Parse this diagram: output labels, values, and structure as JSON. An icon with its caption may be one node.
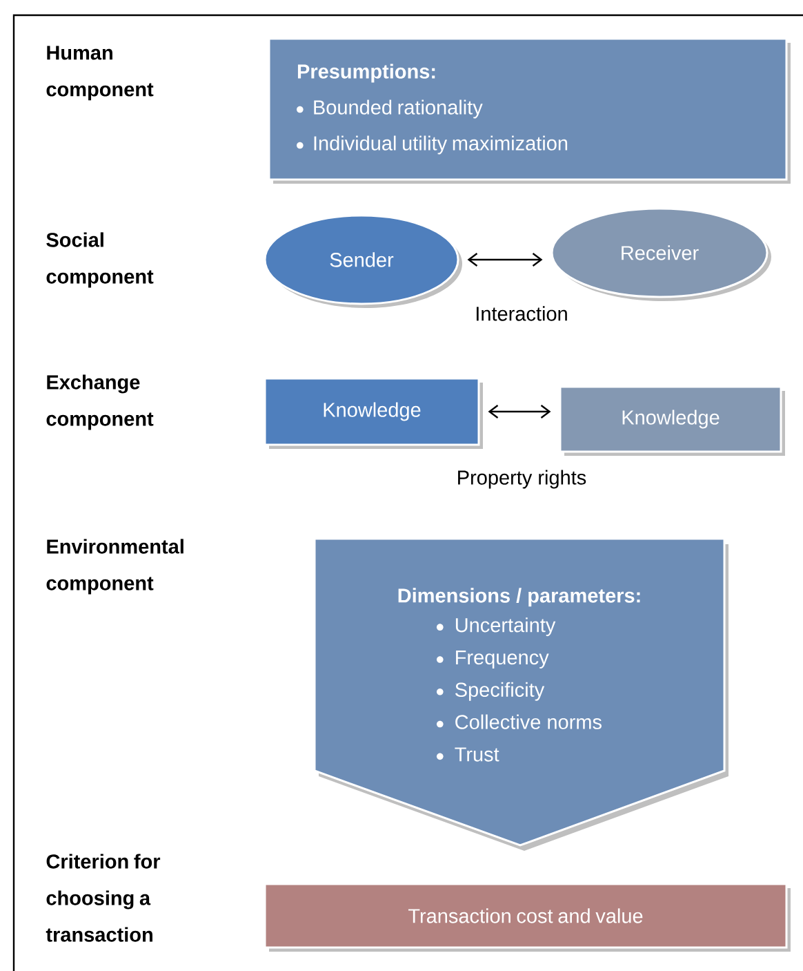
{
  "diagram": {
    "nodes": [
      {
        "text": [
          "Presumptions:",
          "Bounded rationality",
          "Individual utility maximization"
        ]
      },
      {
        "text": [
          "Sender"
        ]
      },
      {
        "text": [
          "Receiver"
        ]
      },
      {
        "text": [
          "Knowledge"
        ]
      },
      {
        "text": [
          "Knowledge"
        ]
      },
      {
        "text": [
          "Dimensions / parameters:",
          "Uncertainty",
          "Frequency",
          "Specificity",
          "Collective norms",
          "Trust"
        ]
      },
      {
        "text": [
          "Transaction cost and value"
        ]
      }
    ],
    "edges": [
      {
        "from": 1,
        "to": 2,
        "arrow": "both",
        "label": "Interaction"
      },
      {
        "from": 3,
        "to": 4,
        "arrow": "both",
        "label": "Property rights"
      }
    ],
    "labels": [
      "Human component",
      "Social component",
      "Exchange component",
      "Environmental component",
      "Criterion for choosing a transaction"
    ]
  }
}
